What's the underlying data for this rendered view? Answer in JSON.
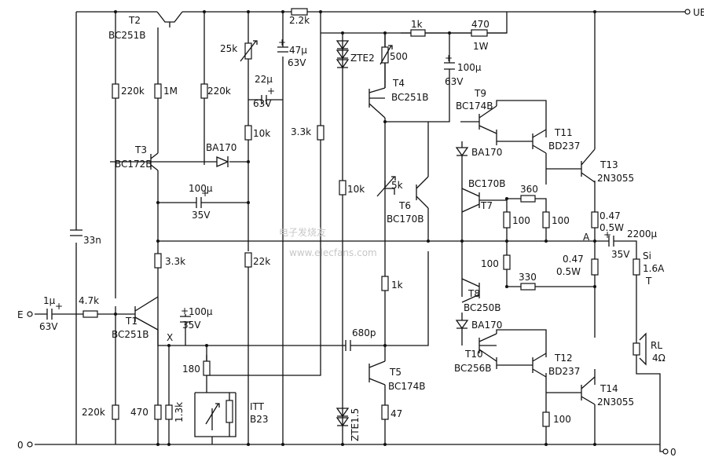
{
  "transistors": {
    "t1": {
      "name": "T1",
      "type": "BC251B"
    },
    "t2": {
      "name": "T2",
      "type": "BC251B"
    },
    "t3": {
      "name": "T3",
      "type": "BC172B"
    },
    "t4": {
      "name": "T4",
      "type": "BC251B"
    },
    "t5": {
      "name": "T5",
      "type": "BC174B"
    },
    "t6": {
      "name": "T6",
      "type": "BC170B"
    },
    "t7": {
      "name": "T7",
      "type": "BC170B"
    },
    "t8": {
      "name": "T8",
      "type": "BC250B"
    },
    "t9": {
      "name": "T9",
      "type": "BC174B"
    },
    "t10": {
      "name": "T10",
      "type": "BC256B"
    },
    "t11": {
      "name": "T11",
      "type": "BD237"
    },
    "t12": {
      "name": "T12",
      "type": "BD237"
    },
    "t13": {
      "name": "T13",
      "type": "2N3055"
    },
    "t14": {
      "name": "T14",
      "type": "2N3055"
    }
  },
  "resistors": {
    "r_220k_a": "220k",
    "r_1m": "1M",
    "r_220k_b": "220k",
    "r_25k": "25k",
    "r_2k2": "2.2k",
    "r_10k_a": "10k",
    "r_3k3_a": "3.3k",
    "r_3k3_b": "3.3k",
    "r_22k": "22k",
    "r_4k7": "4.7k",
    "r_220k_c": "220k",
    "r_470_a": "470",
    "r_1k3": "1.3k",
    "r_180": "180",
    "r_500": "500",
    "r_1k_a": "1k",
    "r_470_b": "470",
    "r_1w": "1W",
    "r_10k_b": "10k",
    "r_5k": "5k",
    "r_1k_b": "1k",
    "r_47": "47",
    "r_360": "360",
    "r_100_a": "100",
    "r_100_b": "100",
    "r_100_c": "100",
    "r_330": "330",
    "r_100_d": "100",
    "r_047_a": "0.47",
    "r_05w_a": "0.5W",
    "r_047_b": "0.47",
    "r_05w_b": "0.5W"
  },
  "capacitors": {
    "c_33n": "33n",
    "c_1u": "1μ",
    "c_1u_v": "63V",
    "c_47u": "47μ",
    "c_47u_v": "63V",
    "c_22u": "22μ",
    "c_22u_v": "63V",
    "c_100u_a": "100μ",
    "c_100u_a_v": "35V",
    "c_100u_b": "100μ",
    "c_100u_b_v": "35V",
    "c_100u_c": "100μ",
    "c_100u_c_v": "63V",
    "c_680p": "680p",
    "c_2200u": "2200μ",
    "c_2200u_v": "35V"
  },
  "diodes": {
    "d_ba170_a": "BA170",
    "d_ba170_b": "BA170",
    "d_ba170_c": "BA170",
    "d_zte2": "ZTE2",
    "d_zte15": "ZTE1.5"
  },
  "misc": {
    "transformer_name": "ITT",
    "transformer_type": "B23",
    "node_x": "X",
    "node_a": "A",
    "fuse_name": "Si",
    "fuse_value": "1.6A",
    "fuse_type": "T",
    "load_name": "RL",
    "load_value": "4Ω",
    "supply_label": "UB",
    "input_label": "E",
    "ground_left": "0",
    "ground_right": "0",
    "plus_sign": "+"
  },
  "watermark": {
    "cn": "电子发烧友",
    "url": "www.elecfans.com"
  }
}
